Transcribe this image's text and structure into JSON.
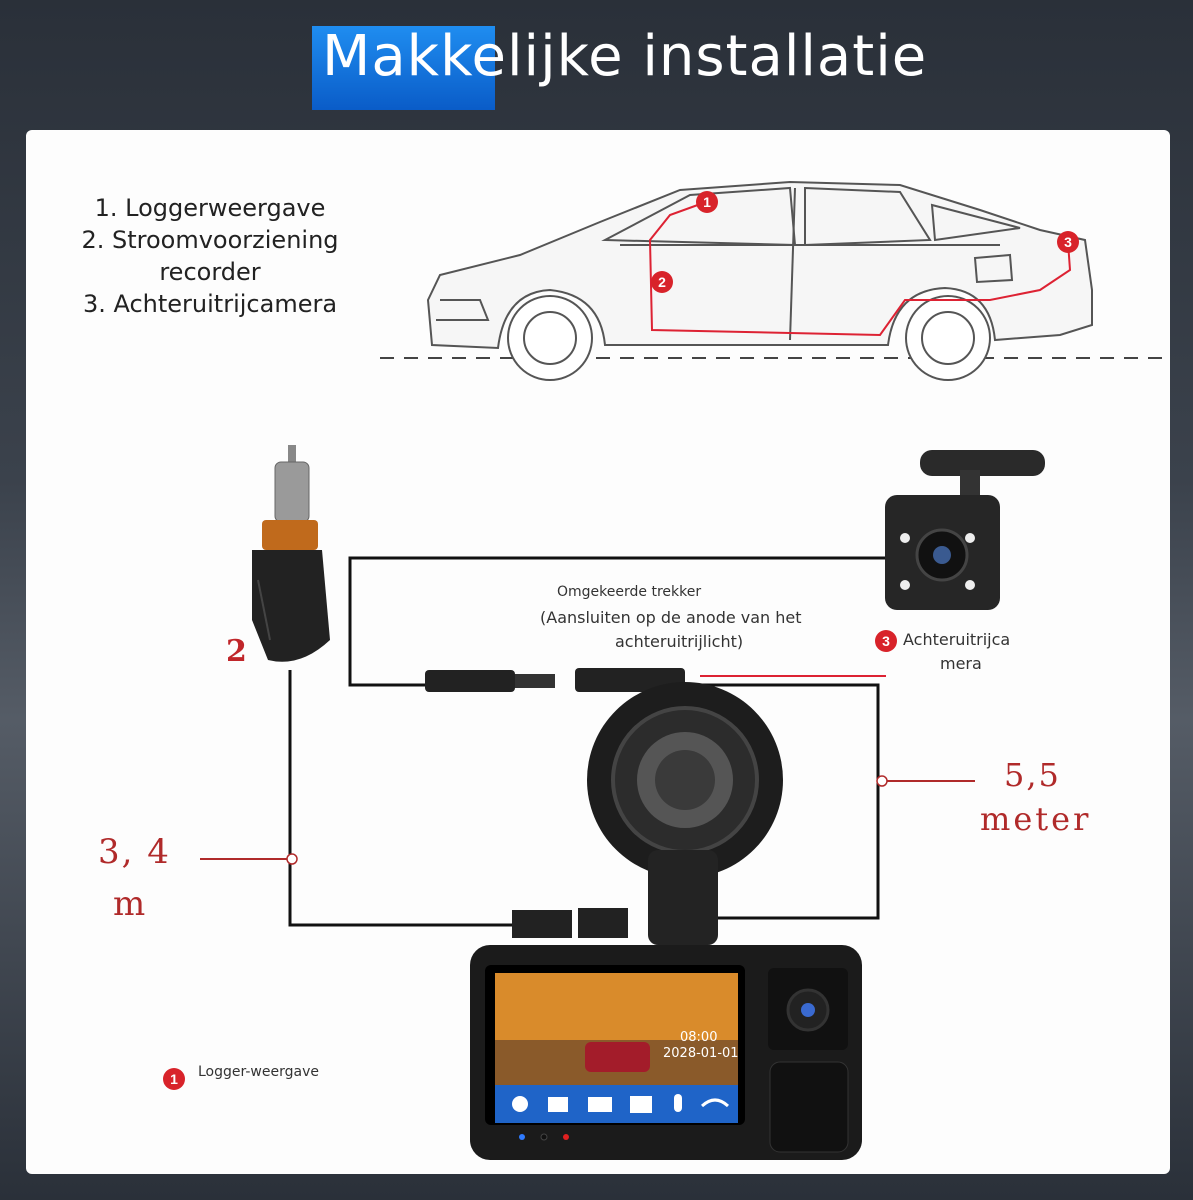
{
  "title": {
    "highlight": "Makke",
    "rest": "lijke installatie"
  },
  "legend": [
    "1. Loggerweergave",
    "2. Stroomvoorziening",
    "recorder",
    "3. Achteruitrijcamera"
  ],
  "car_markers": [
    "1",
    "2",
    "3"
  ],
  "reverse_trigger": {
    "line1": "Omgekeerde trekker",
    "line2": "(Aansluiten op de anode van het",
    "line3": "achteruitrijlicht)"
  },
  "rear_camera": {
    "number": "3",
    "line1": "Achteruitrijca",
    "line2": "mera"
  },
  "power_label": "2",
  "cable_left": {
    "line1": "3, 4",
    "line2": "m"
  },
  "cable_right": {
    "line1": "5,5",
    "line2": "meter"
  },
  "logger": {
    "number": "1",
    "label": "Logger-weergave"
  },
  "screen": {
    "time": "08:00",
    "date": "2028-01-01"
  },
  "colors": {
    "accent": "#0a5cc8",
    "marker": "#d8232a",
    "measure": "#b02a2a"
  }
}
